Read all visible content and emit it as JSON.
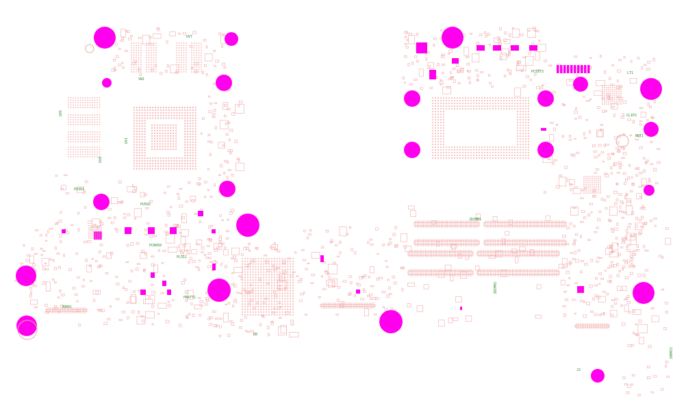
{
  "diagram": {
    "type": "pcb-layout",
    "colors": {
      "outline": "#f0a8a8",
      "text": "#2e8b2e",
      "mounting_hole": "#ff00ee",
      "bga_ball": "#f3b4b4"
    },
    "labels": [
      {
        "id": "uv7",
        "text": "UV7"
      },
      {
        "id": "uv6",
        "text": "UV6"
      },
      {
        "id": "uv8",
        "text": "UV8"
      },
      {
        "id": "uv1",
        "text": "UV1"
      },
      {
        "id": "sw1",
        "text": "SW1"
      },
      {
        "id": "pu301",
        "text": "PU301"
      },
      {
        "id": "pcw950",
        "text": "PCW950"
      },
      {
        "id": "pu502",
        "text": "PU502"
      },
      {
        "id": "pl311",
        "text": "PL311"
      },
      {
        "id": "pbatt1",
        "text": "PBATT1"
      },
      {
        "id": "jdb01",
        "text": "JDB01"
      },
      {
        "id": "jdimm1",
        "text": "JDIMM1"
      },
      {
        "id": "jdimm2",
        "text": "JDIMM2"
      },
      {
        "id": "lt1",
        "text": "LT1"
      },
      {
        "id": "clip2",
        "text": "CLIP2"
      },
      {
        "id": "brt1",
        "text": "BRT1"
      },
      {
        "id": "pcs373",
        "text": "PCS373"
      },
      {
        "id": "j2",
        "text": "J2"
      },
      {
        "id": "jhdmi1",
        "text": "JHDMI1"
      },
      {
        "id": "u3",
        "text": "U3"
      }
    ]
  }
}
